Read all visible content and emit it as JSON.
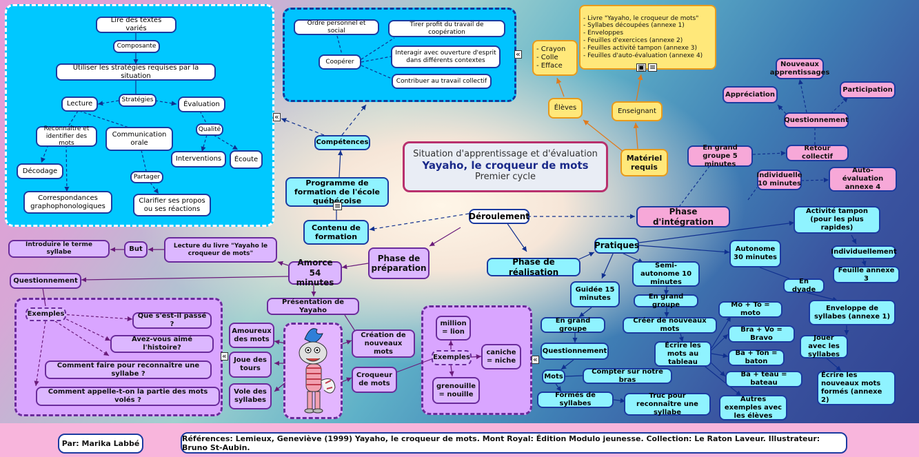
{
  "title": {
    "line1": "Situation d'apprentissage et d'évaluation",
    "line2": "Yayaho, le croqueur de mots",
    "line3": "Premier cycle"
  },
  "nodes": {
    "lire": "Lire des textes variés",
    "composante": "Composante",
    "utiliser": "Utiliser les stratégies requises par la situation",
    "lecture": "Lecture",
    "strategies": "Stratégies",
    "evaluation": "Évaluation",
    "reconnaitre": "Reconnaître et identifier des mots",
    "communication": "Communication orale",
    "qualite": "Qualité",
    "decodage": "Décodage",
    "interventions": "Interventions",
    "ecoute": "Écoute",
    "partager": "Partager",
    "correspondances": "Correspondances graphophonologiques",
    "clarifier": "Clarifier ses propos ou ses réactions",
    "ordre": "Ordre personnel et social",
    "tirer": "Tirer profit du travail de coopération",
    "cooperer": "Coopérer",
    "interagir": "Interagir avec ouverture d'esprit dans différents contextes",
    "contribuer": "Contribuer au travail collectif",
    "competences": "Compétences",
    "programme": "Programme de formation de l'école québécoise",
    "contenu": "Contenu de formation",
    "crayon": "- Crayon\n- Colle\n- Efface",
    "eleves": "Élèves",
    "enseignant": "Enseignant",
    "materiel": "Matériel requis",
    "livre_list": "- Livre \"Yayaho, le croqueur de mots\"\n- Syllabes découpées (annexe 1)\n- Enveloppes\n- Feuilles d'exercices (annexe 2)\n- Feuilles activité tampon (annexe 3)\n- Feuilles d'auto-évaluation (annexe 4)",
    "nouveaux": "Nouveaux apprentissages",
    "appreciation": "Appréciation",
    "participation": "Participation",
    "questionnement_r": "Questionnement",
    "grand_groupe5": "En grand groupe 5 minutes",
    "retour": "Retour collectif",
    "individuelle10": "Individuelle 10 minutes",
    "autoeval": "Auto-évaluation annexe 4",
    "deroulement": "Déroulement",
    "phase_integ": "Phase d'intégration",
    "activite_tampon": "Activité tampon (pour les plus rapides)",
    "individuellement": "Individuellement",
    "feuille3": "Feuille annexe 3",
    "pratiques": "Pratiques",
    "phase_real": "Phase de réalisation",
    "autonome": "Autonome 30 minutes",
    "semi": "Semi-autonome 10 minutes",
    "guidee": "Guidée 15 minutes",
    "en_dyade": "En dyade",
    "grand_groupe_s": "En grand groupe",
    "grand_groupe_g": "En grand groupe",
    "enveloppe": "Enveloppe de syllabes (annexe 1)",
    "creer": "Créer de nouveaux mots",
    "mo_to": "Mo + To = moto",
    "questionnement_g": "Questionnement",
    "ecrire_tableau": "Écrire les mots au tableau",
    "bra_vo": "Bra + Vo = Bravo",
    "jouer": "Jouer avec les syllabes",
    "ba_ton": "Ba + Ton = baton",
    "mots": "Mots",
    "compter": "Compter sur notre bras",
    "ba_teau": "Ba + teau = bateau",
    "ecrire_nouveaux": "Écrire les nouveaux mots formés (annexe 2)",
    "formes": "Formés de syllabes",
    "truc": "Truc pour reconnaître une syllabe",
    "autres": "Autres exemples avec les élèves",
    "introduire": "Introduire le terme syllabe",
    "but": "But",
    "lecture_livre": "Lecture du livre \"Yayaho le croqueur de mots\"",
    "phase_prep": "Phase de préparation",
    "amorce": "Amorce 54 minutes",
    "questionnement_l": "Questionnement",
    "presentation": "Présentation de Yayaho",
    "exemples_l": "Exemples",
    "q1": "Que s'est-il passé ?",
    "q2": "Avez-vous aimé l'histoire?",
    "q3": "Comment faire pour reconnaître une syllabe ?",
    "q4": "Comment appelle-t-on la partie des mots volés ?",
    "amoureux": "Amoureux des mots",
    "joue": "Joue des tours",
    "vole": "Vole des syllabes",
    "creation": "Création de nouveaux mots",
    "croqueur": "Croqueur de mots",
    "exemples_r": "Exemples",
    "million": "million = lion",
    "caniche": "caniche = niche",
    "grenouille": "grenouille = nouille"
  },
  "footer": {
    "author": "Par: Marika Labbé",
    "references": "Références: Lemieux, Geneviève (1999) Yayaho, le croqueur de mots. Mont Royal: Édition Modulo jeunesse. Collection: Le Raton Laveur. Illustrateur: Bruno St-Aubin."
  },
  "icons": {
    "collapse": "collapse-icon",
    "document": "document-icon",
    "image": "image-icon",
    "character": "character-illustration"
  },
  "colors": {
    "cyan_node": "#8ff3ff",
    "pink_node": "#f7a8d8",
    "lavender_node": "#dcb7ff",
    "yellow_node": "#ffe87a",
    "border_blue": "#1b3aa0",
    "border_purple": "#6a2b9b"
  }
}
